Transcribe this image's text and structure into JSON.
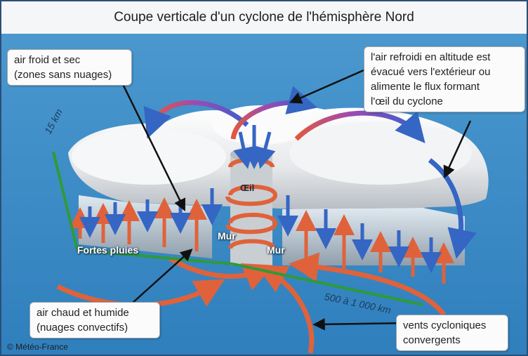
{
  "title": "Coupe verticale d'un cyclone de l'hémisphère Nord",
  "callouts": {
    "cold_air": [
      "air froid et sec",
      "(zones sans nuages)"
    ],
    "cooled_air": [
      "l'air refroidi en altitude est",
      "évacué vers l'extérieur ou",
      "alimente le flux formant",
      "l'œil du cyclone"
    ],
    "warm_air": [
      "air chaud et humide",
      "(nuages convectifs)"
    ],
    "winds": [
      "vents cycloniques",
      "convergents"
    ]
  },
  "labels": {
    "altitude": "15 km",
    "rain": "Fortes pluies",
    "eye": "Œil",
    "wall_left": "Mur",
    "wall_right": "Mur",
    "distance": "500 à 1 000 km"
  },
  "credit": "© Météo-France",
  "colors": {
    "sea": "#3f8fc7",
    "warm_arrow": "#e0623a",
    "cold_arrow": "#3566c4",
    "axis": "#2f9a3a",
    "cloud": "#e9ecef"
  }
}
